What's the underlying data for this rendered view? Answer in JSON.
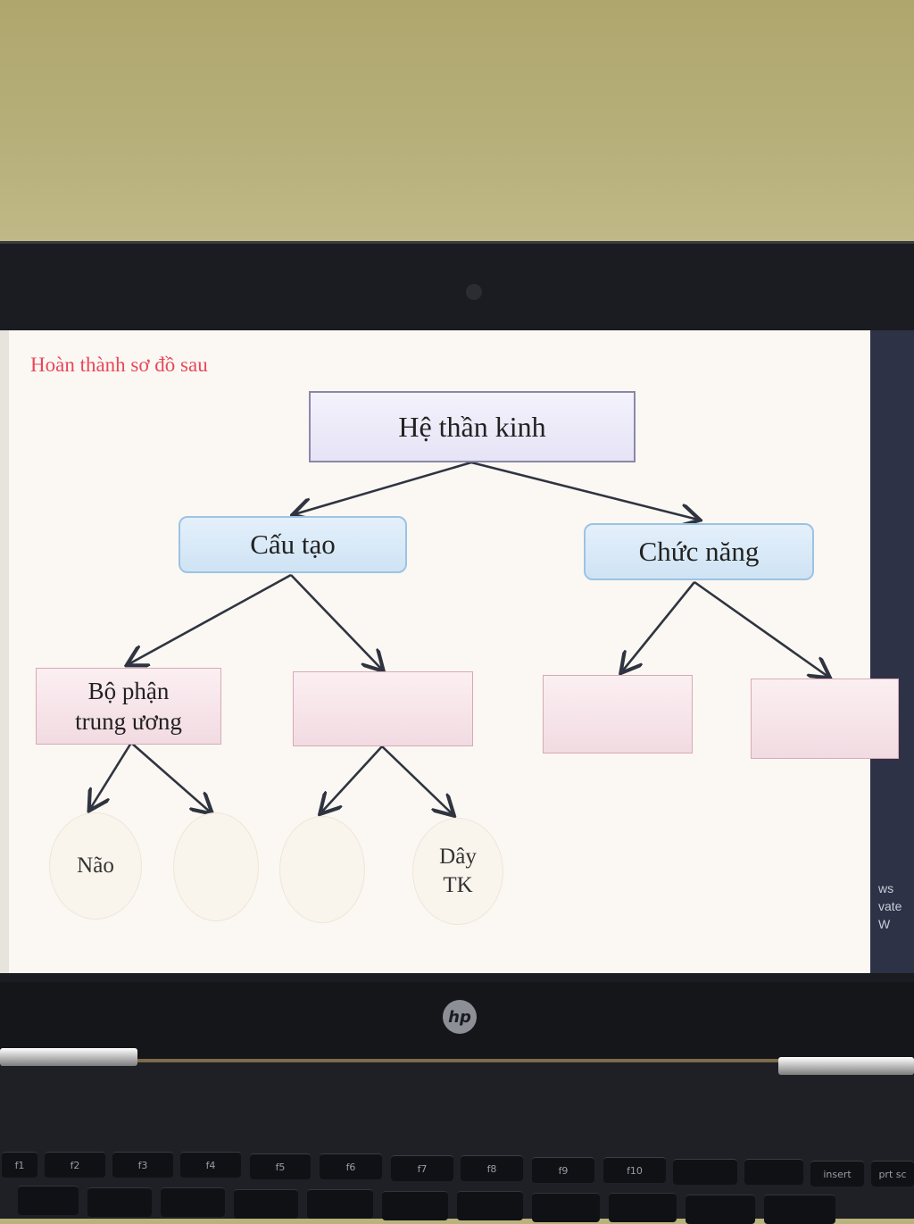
{
  "instruction": "Hoàn thành sơ đồ sau",
  "diagram": {
    "root": "Hệ thần kinh",
    "level1": {
      "structure": "Cấu tạo",
      "function": "Chức năng"
    },
    "level2": {
      "central_part_line1": "Bộ phận",
      "central_part_line2": "trung ương",
      "blank_b": "",
      "blank_c": "",
      "blank_d": ""
    },
    "level3": {
      "brain": "Não",
      "blank_2": "",
      "blank_3": "",
      "nerve_line1": "Dây",
      "nerve_line2": "TK"
    }
  },
  "watermark": {
    "line1": "ws",
    "line2": "vate W"
  },
  "colors": {
    "instruction": "#e8475a",
    "root_fill": "#e6e3f6",
    "level1_fill": "#cfe3f4",
    "level2_fill": "#f2dbe2",
    "leaf_fill": "#f9f4ec",
    "arrow": "#2f3440"
  },
  "laptop": {
    "logo": "hp",
    "keys": [
      "f1",
      "f2",
      "f3",
      "f4",
      "f5",
      "f6",
      "f7",
      "f8",
      "f9",
      "f10",
      "insert",
      "prt sc"
    ]
  }
}
